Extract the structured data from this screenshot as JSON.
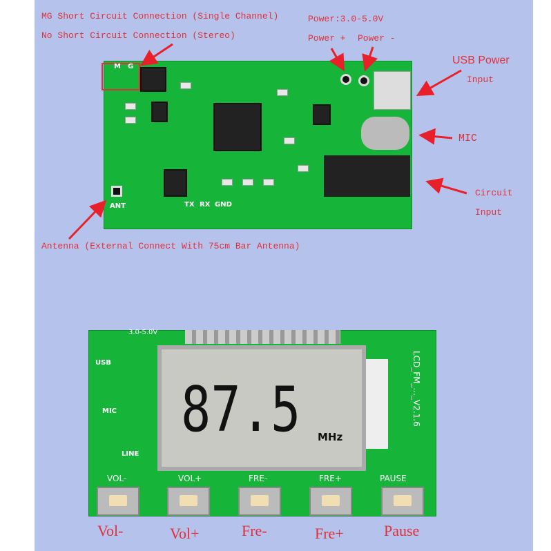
{
  "annotations": {
    "mg_short": "MG Short Circuit Connection (Single Channel)",
    "no_short": "No Short Circuit Connection (Stereo)",
    "power_range": "Power:3.0-5.0V",
    "power_plus": "Power +",
    "power_minus": "Power -",
    "usb_power": "USB Power",
    "usb_input": "Input",
    "mic": "MIC",
    "circuit": "Circuit",
    "circuit_input": "Input",
    "antenna": "Antenna (External Connect With 75cm Bar Antenna)"
  },
  "top_board_silk": {
    "m": "M",
    "g": "G",
    "ant": "ANT",
    "tx": "TX",
    "rx": "RX",
    "gnd": "GND"
  },
  "bottom_board_silk": {
    "power": "3.0-5.0V",
    "usb": "USB",
    "mic": "MIC",
    "line": "LINE",
    "model": "LCD_FM_..._V2.1.6"
  },
  "display": {
    "frequency": "87.5",
    "unit": "MHz"
  },
  "buttons": [
    {
      "silk": "VOL-",
      "caption": "Vol-"
    },
    {
      "silk": "VOL+",
      "caption": "Vol+"
    },
    {
      "silk": "FRE-",
      "caption": "Fre-"
    },
    {
      "silk": "FRE+",
      "caption": "Fre+"
    },
    {
      "silk": "PAUSE",
      "caption": "Pause"
    }
  ]
}
